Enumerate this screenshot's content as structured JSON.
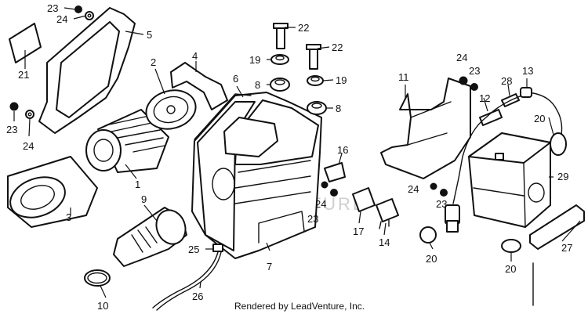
{
  "diagram": {
    "callouts": {
      "p1": "1",
      "p2": "2",
      "p3": "3",
      "p4": "4",
      "p5": "5",
      "p6": "6",
      "p7": "7",
      "p8a": "8",
      "p8b": "8",
      "p9": "9",
      "p10": "10",
      "p11": "11",
      "p12": "12",
      "p13": "13",
      "p14": "14",
      "p16": "16",
      "p17": "17",
      "p19a": "19",
      "p19b": "19",
      "p20a": "20",
      "p20b": "20",
      "p20c": "20",
      "p21": "21",
      "p22a": "22",
      "p22b": "22",
      "p23a": "23",
      "p23b": "23",
      "p23c": "23",
      "p23d": "23",
      "p23e": "23",
      "p24a": "24",
      "p24b": "24",
      "p24c": "24",
      "p24d": "24",
      "p24e": "24",
      "p25": "25",
      "p26": "26",
      "p27": "27",
      "p28": "28",
      "p29": "29"
    },
    "watermark": "LEADVENTURE",
    "footer": "Rendered by LeadVenture, Inc."
  }
}
